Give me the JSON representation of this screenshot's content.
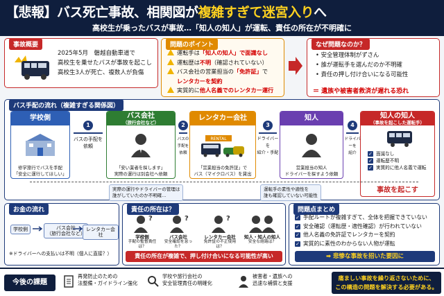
{
  "header": {
    "title_prefix": "【悲報】バス死亡事故、相関図が",
    "title_highlight": "複雑すぎて迷宮入り",
    "title_suffix": "へ",
    "subtitle": "高校生が乗ったバスが事故…「知人の知人」が運転、責任の所在が不明確に"
  },
  "overview": {
    "tag": "事故概要",
    "lines": [
      "2025年5月　磐越自動車道で",
      "高校生を乗せたバスが事故を起こし",
      "高校生3人が死亡、複数人が負傷"
    ]
  },
  "points": {
    "tag": "問題のポイント",
    "items": [
      {
        "pre": "運転手は",
        "red": "「知人の知人」で面識なし",
        "post": ""
      },
      {
        "pre": "運転歴は",
        "red": "不明",
        "post": "（確認されていない）"
      },
      {
        "pre": "バス会社の営業担当の",
        "red": "「免許証」",
        "post": "で"
      },
      {
        "pre": "",
        "red": "レンタカーを契約",
        "post": ""
      },
      {
        "pre": "実質的に",
        "red": "他人名義でのレンタカー運行",
        "post": ""
      }
    ]
  },
  "why": {
    "tag": "なぜ問題なのか？",
    "items": [
      "安全管理体制がずさん",
      "誰が運転手を選んだのか不明確",
      "責任の押し付け合いになる可能性"
    ],
    "conclusion": "＝ 遺族や被害者救済が遅れる恐れ"
  },
  "flow": {
    "tag": "バス手配の流れ（複雑すぎる関係図）",
    "nodes": [
      {
        "title": "学校側",
        "sub": "",
        "caption": "修学旅行でバスを手配\n「安全に運行してほしい」",
        "color": "#2e5fb5"
      },
      {
        "title": "バス会社",
        "sub": "（旅行会社など）",
        "caption": "「安い業者を探します」\n実際の運行は別会社へ依頼",
        "color": "#2e7d32"
      },
      {
        "title": "レンタカー会社",
        "sub": "",
        "caption": "「営業担当の免許証」で\nバス（マイクロバス）を貸出",
        "color": "#e08a00"
      },
      {
        "title": "知人",
        "sub": "",
        "caption": "営業担当の知人\nドライバーを探すよう依頼",
        "color": "#6a3fb0"
      },
      {
        "title": "知人の知人",
        "sub": "（事故を起こした運転手）",
        "caption": "",
        "color": "#c62828"
      }
    ],
    "rental_sign": "RENTAL",
    "steps": [
      {
        "num": "1",
        "label": "バスの手配を\n依頼"
      },
      {
        "num": "2",
        "label": "バスの手配を\n依頼"
      },
      {
        "num": "3",
        "label": "ドライバーを\n紹介・手配"
      },
      {
        "num": "4",
        "label": "ドライバーを\n紹介"
      }
    ],
    "driver_checks": [
      "面識なし",
      "運転歴不明",
      "実質的に他人名義で運転"
    ],
    "driver_result": "事故を起こす",
    "note_left": "実際の運行やドライバーの管理は\n誰がしていたのか不明確…",
    "note_right": "運転手の素性や適性を\n誰も確認していない可能性"
  },
  "money": {
    "tag": "お金の流れ",
    "boxes": [
      "学校側",
      "バス会社\n（旅行会社など）",
      "レンタカー会社"
    ],
    "note": "※ドライバーへの支払いは不明（個人に直接？）"
  },
  "responsibility": {
    "tag": "責任の所在は？",
    "people": [
      {
        "name": "学校側",
        "desc": "手配の監督責任は？"
      },
      {
        "name": "バス会社",
        "desc": "安全確認を怠った？"
      },
      {
        "name": "レンタカー会社",
        "desc": "免許証の不正使用は？"
      },
      {
        "name": "知人・知人の知人",
        "desc": "安全な経路は？"
      }
    ],
    "banner": "責任の所在が複雑で、押し付け合いになる可能性が高い"
  },
  "summary": {
    "tag": "問題点まとめ",
    "items": [
      "手配ルートが複雑すぎて、全体を把握できていない",
      "安全確認（運転歴・適性確認）が行われていない",
      "他人名義の免許証でレンタカーを契約",
      "実質的に素性のわからない人物が運転"
    ],
    "banner": "➡ 悲惨な事故を招いた要因に"
  },
  "future": {
    "tag": "今後の課題",
    "items": [
      "再発防止のための\n法整備・ガイドライン強化",
      "学校や旅行会社の\n安全管理責任の明確化",
      "被害者・遺族への\n迅速な補償と支援"
    ],
    "banner": "痛ましい事故を繰り返さないために、\nこの構造の問題を解決する必要がある。"
  },
  "colors": {
    "navy": "#0f1e3d",
    "accent_yellow": "#ffd21f",
    "alert_red": "#c62828",
    "point_orange": "#e08a00"
  }
}
